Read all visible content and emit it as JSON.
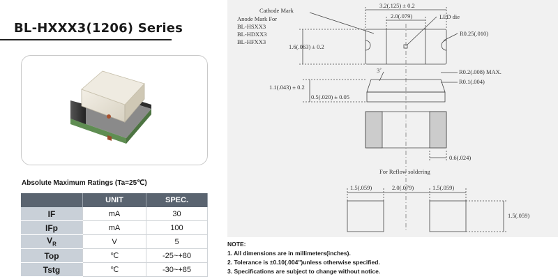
{
  "title": "BL-HXXX3(1206) Series",
  "ratings": {
    "heading": "Absolute Maximum Ratings (Ta=25℃)",
    "headers": [
      "",
      "UNIT",
      "SPEC."
    ],
    "rows": [
      {
        "param": "IF",
        "unit": "mA",
        "spec": "30"
      },
      {
        "param": "IFp",
        "unit": "mA",
        "spec": "100"
      },
      {
        "param": "V",
        "param_sub": "R",
        "unit": "V",
        "spec": "5"
      },
      {
        "param": "Top",
        "unit": "℃",
        "spec": "-25~+80"
      },
      {
        "param": "Tstg",
        "unit": "℃",
        "spec": "-30~+85"
      }
    ]
  },
  "drawing": {
    "cathode_mark": "Cathode Mark",
    "anode_mark": "Anode Mark For",
    "models": [
      "BL-HSXX3",
      "BL-HDXX3",
      "BL-HFXX3"
    ],
    "dim_length": "3.2(.125) ± 0.2",
    "dim_inner": "2.0(.079)",
    "led_die": "LED die",
    "radius_top": "R0.25(.010)",
    "dim_width": "1.6(.063) ± 0.2",
    "angle": "3˚",
    "radius_max": "R0.2(.008) MAX.",
    "radius_small": "R0.1(.004)",
    "dim_height": "1.1(.043) ± 0.2",
    "dim_base": "0.5(.020) ± 0.05",
    "dim_pad": "0.6(.024)",
    "reflow_title": "For Reflow soldering",
    "reflow_dims": [
      "1.5(.059)",
      "2.0(.079)",
      "1.5(.059)"
    ],
    "reflow_side": "1.5(.059)"
  },
  "notes": {
    "heading": "NOTE:",
    "items": [
      "1. All dimensions are in millimeters(inches).",
      "2. Tolerance is ±0.10(.004\")unless otherwise specified.",
      "3. Specifications are subject to change without notice."
    ]
  },
  "colors": {
    "table_header": "#5a6470",
    "param_cell": "#c9d0d8",
    "drawing_bg": "#f1f1f1",
    "led_body": "#e8e3d6",
    "terminal": "#3b3b3b",
    "pcb_green": "#6a9a5c"
  }
}
